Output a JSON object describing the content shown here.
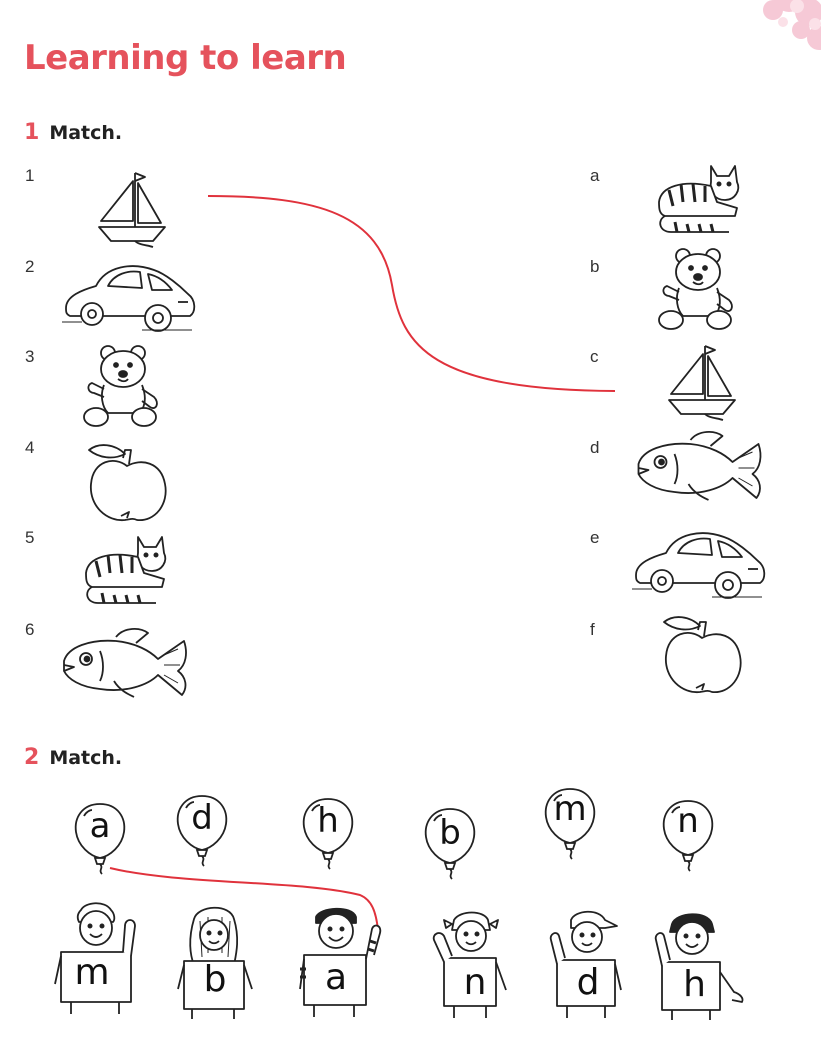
{
  "page": {
    "title": "Learning to learn"
  },
  "accent_color": "#e5525c",
  "exercise1": {
    "number": "1",
    "instruction": "Match.",
    "left_items": [
      {
        "label": "1",
        "picture": "boat-icon"
      },
      {
        "label": "2",
        "picture": "car-icon"
      },
      {
        "label": "3",
        "picture": "teddy-bear-icon"
      },
      {
        "label": "4",
        "picture": "apple-icon"
      },
      {
        "label": "5",
        "picture": "cat-icon"
      },
      {
        "label": "6",
        "picture": "fish-icon"
      }
    ],
    "right_items": [
      {
        "label": "a",
        "picture": "cat-icon"
      },
      {
        "label": "b",
        "picture": "teddy-bear-icon"
      },
      {
        "label": "c",
        "picture": "boat-icon"
      },
      {
        "label": "d",
        "picture": "fish-icon"
      },
      {
        "label": "e",
        "picture": "car-icon"
      },
      {
        "label": "f",
        "picture": "apple-icon"
      }
    ],
    "example_match": [
      "1",
      "c"
    ]
  },
  "exercise2": {
    "number": "2",
    "instruction": "Match.",
    "balloons": [
      "a",
      "d",
      "h",
      "b",
      "m",
      "n"
    ],
    "children": [
      "m",
      "b",
      "a",
      "n",
      "d",
      "h"
    ],
    "example_match": [
      "a",
      "a"
    ]
  }
}
